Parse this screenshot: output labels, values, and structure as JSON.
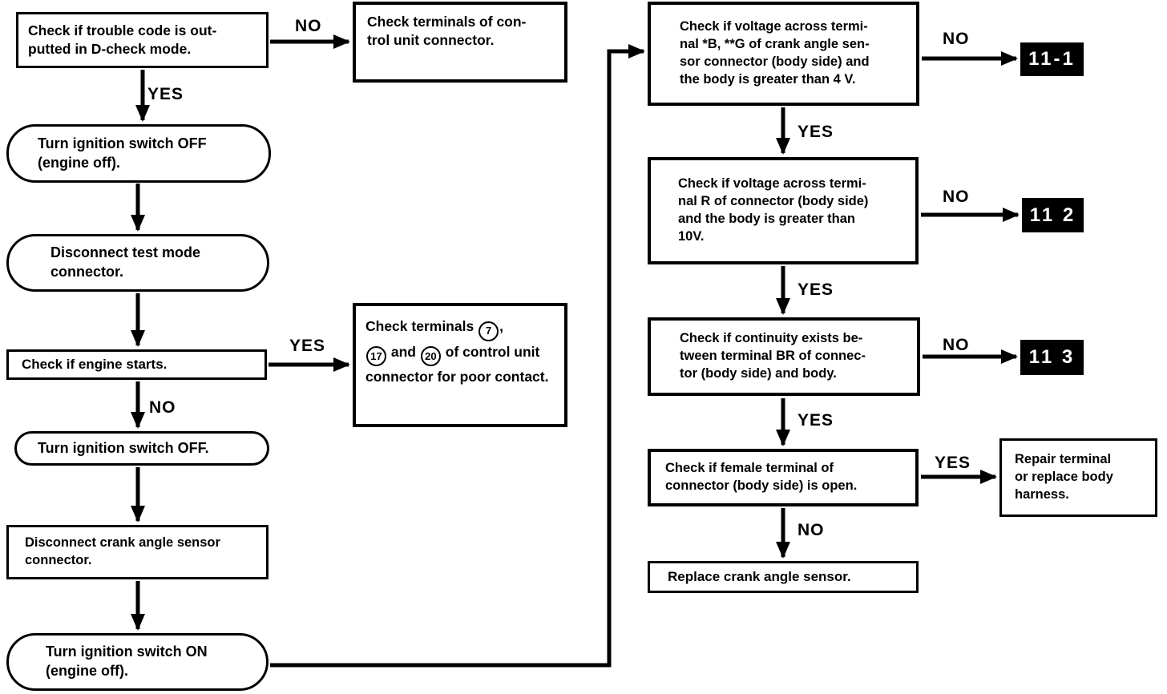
{
  "diagram": {
    "type": "troubleshooting-flowchart",
    "colors": {
      "line": "#000000",
      "box_background": "#ffffff",
      "reference_badge_background": "#000000",
      "reference_badge_text": "#ffffff"
    },
    "nodes": {
      "check_trouble_code": {
        "shape": "rect",
        "text": "Check if trouble code is out-\nputted in D-check mode."
      },
      "turn_ignition_off_engine_off": {
        "shape": "rounded",
        "text": "Turn ignition switch OFF\n(engine off)."
      },
      "disconnect_test_mode": {
        "shape": "rounded",
        "text": "Disconnect test mode\nconnector."
      },
      "check_engine_starts": {
        "shape": "rect",
        "text": "Check if engine starts."
      },
      "turn_ignition_off": {
        "shape": "rounded",
        "text": "Turn ignition switch OFF."
      },
      "disconnect_crank_sensor": {
        "shape": "rect",
        "text": "Disconnect crank angle sensor\nconnector."
      },
      "turn_ignition_on": {
        "shape": "rounded",
        "text": "Turn ignition switch ON\n(engine off)."
      },
      "check_terminals_control_unit": {
        "shape": "rect",
        "text": "Check terminals of con-\ntrol unit connector."
      },
      "check_terminals_7_17_20": {
        "shape": "rect",
        "part1": "Check terminals",
        "c1": "7",
        "part2": ",",
        "c2": "17",
        "part3": "and",
        "c3": "20",
        "part4": "of control unit connector for poor contact."
      },
      "check_voltage_b_g": {
        "shape": "rect",
        "text": "Check if voltage across termi-\nnal *B, **G of crank angle sen-\nsor connector (body side) and\nthe body is greater than 4 V."
      },
      "check_voltage_r": {
        "shape": "rect",
        "text": "Check if voltage across termi-\nnal R of connector (body side)\nand the body is greater than\n10V."
      },
      "check_continuity_br": {
        "shape": "rect",
        "text": "Check if continuity exists be-\ntween terminal BR of connec-\ntor (body side) and body."
      },
      "check_female_terminal": {
        "shape": "rect",
        "text": "Check if female terminal of\nconnector (body side) is open."
      },
      "replace_crank_sensor": {
        "shape": "rect",
        "text": "Replace crank angle sensor."
      },
      "repair_terminal": {
        "shape": "rect",
        "text": "Repair terminal\nor replace body\nharness."
      }
    },
    "references": {
      "ref_11_1": "11-1",
      "ref_11_2": "11 2",
      "ref_11_3": "11 3"
    },
    "edges": [
      {
        "from": "check_trouble_code",
        "to": "check_terminals_control_unit",
        "label": "NO"
      },
      {
        "from": "check_trouble_code",
        "to": "turn_ignition_off_engine_off",
        "label": "YES"
      },
      {
        "from": "turn_ignition_off_engine_off",
        "to": "disconnect_test_mode",
        "label": ""
      },
      {
        "from": "disconnect_test_mode",
        "to": "check_engine_starts",
        "label": ""
      },
      {
        "from": "check_engine_starts",
        "to": "check_terminals_7_17_20",
        "label": "YES"
      },
      {
        "from": "check_engine_starts",
        "to": "turn_ignition_off",
        "label": "NO"
      },
      {
        "from": "turn_ignition_off",
        "to": "disconnect_crank_sensor",
        "label": ""
      },
      {
        "from": "disconnect_crank_sensor",
        "to": "turn_ignition_on",
        "label": ""
      },
      {
        "from": "turn_ignition_on",
        "to": "check_voltage_b_g",
        "label": ""
      },
      {
        "from": "check_voltage_b_g",
        "to": "ref_11_1",
        "label": "NO"
      },
      {
        "from": "check_voltage_b_g",
        "to": "check_voltage_r",
        "label": "YES"
      },
      {
        "from": "check_voltage_r",
        "to": "ref_11_2",
        "label": "NO"
      },
      {
        "from": "check_voltage_r",
        "to": "check_continuity_br",
        "label": "YES"
      },
      {
        "from": "check_continuity_br",
        "to": "ref_11_3",
        "label": "NO"
      },
      {
        "from": "check_continuity_br",
        "to": "check_female_terminal",
        "label": "YES"
      },
      {
        "from": "check_female_terminal",
        "to": "repair_terminal",
        "label": "YES"
      },
      {
        "from": "check_female_terminal",
        "to": "replace_crank_sensor",
        "label": "NO"
      }
    ]
  }
}
